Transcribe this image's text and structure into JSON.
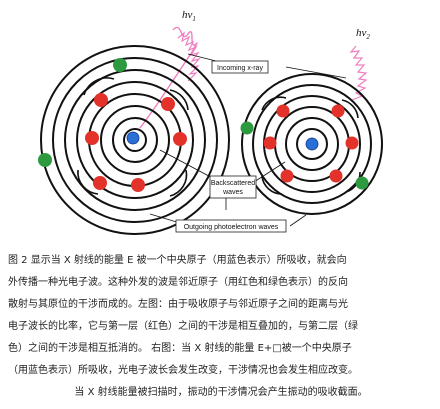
{
  "figure": {
    "labels": {
      "hv_left": "hv",
      "hv_left_sub": "1",
      "hv_right": "hv",
      "hv_right_sub": "2",
      "incoming": "Incoming x-ray",
      "backscattered_line1": "Backscattered",
      "backscattered_line2": "waves",
      "outgoing": "Outgoing photoelectron waves"
    },
    "colors": {
      "absorber": "#2a6fd6",
      "neighbor_first_shell": "#e2322a",
      "neighbor_second_shell": "#2e9a3f",
      "xray_wave": "#f07fc0",
      "wave_lines": "#111111"
    }
  },
  "caption": {
    "lines": [
      "图 2   显示当 X 射线的能量 E 被一个中央原子（用蓝色表示）所吸收，就会向",
      "外传播一种光电子波。这种外发的波是邻近原子（用红色和绿色表示）的反向",
      "散射与其原位的干涉而成的。左图：由于吸收原子与邻近原子之间的距离与光",
      "电子波长的比率，它与第一层（红色）之间的干涉是相互叠加的，与第二层（绿",
      "色）之间的干涉是相互抵消的。 右图：当 X 射线的能量 E+□被一个中央原子",
      "（用蓝色表示）所吸收，光电子波长会发生改变，干涉情况也会发生相应改变。",
      "当 X 射线能量被扫描时，振动的干涉情况会产生振动的吸收截面。"
    ]
  }
}
